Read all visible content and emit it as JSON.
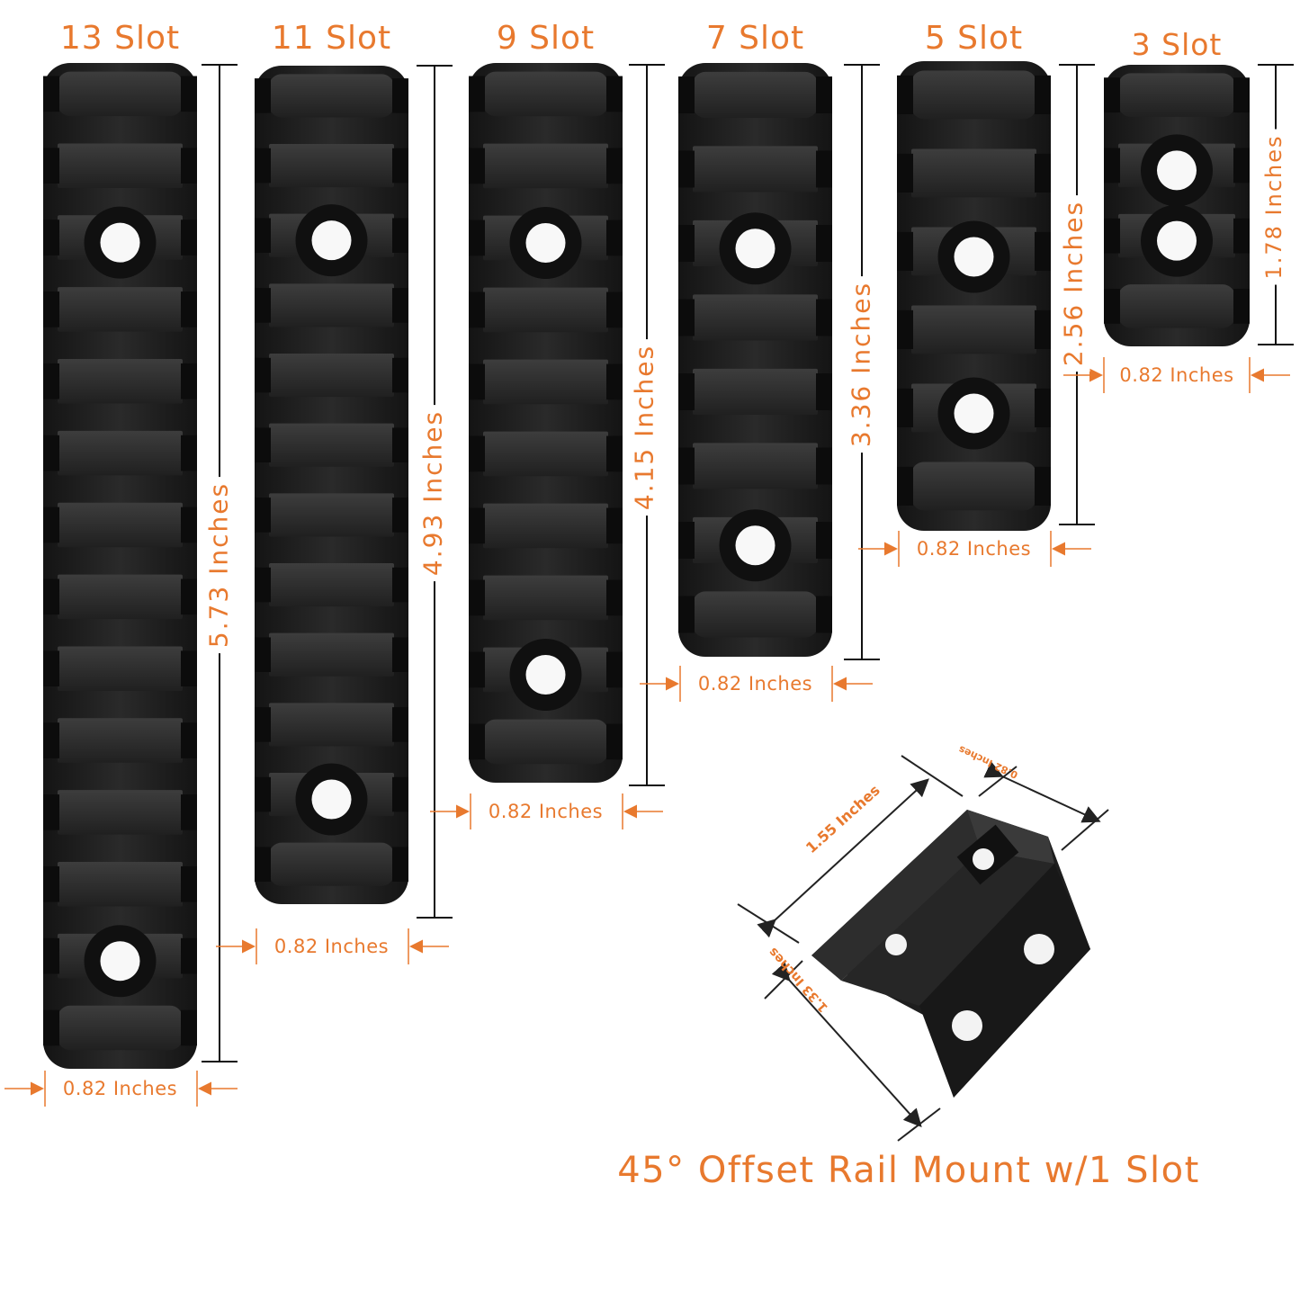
{
  "rails": [
    {
      "title": "13 Slot",
      "height": "5.73 Inches",
      "width": "0.82 Inches",
      "slots": 13,
      "holes": 2
    },
    {
      "title": "11 Slot",
      "height": "4.93 Inches",
      "width": "0.82 Inches",
      "slots": 11,
      "holes": 2
    },
    {
      "title": "9 Slot",
      "height": "4.15 Inches",
      "width": "0.82 Inches",
      "slots": 9,
      "holes": 2
    },
    {
      "title": "7 Slot",
      "height": "3.36 Inches",
      "width": "0.82 Inches",
      "slots": 7,
      "holes": 2
    },
    {
      "title": "5 Slot",
      "height": "2.56 Inches",
      "width": "0.82 Inches",
      "slots": 5,
      "holes": 2
    },
    {
      "title": "3 Slot",
      "height": "1.78 Inches",
      "width": "0.82 Inches",
      "slots": 3,
      "holes": 2
    }
  ],
  "offset_mount": {
    "title": "45° Offset Rail Mount w/1 Slot",
    "length": "1.55 Inches",
    "width": "0.82 Inches",
    "height": "1.33 Inches"
  },
  "colors": {
    "accent": "#e8792e",
    "rail": "#1c1c1c",
    "rail_highlight": "#3a3a3a",
    "line": "#111111"
  }
}
